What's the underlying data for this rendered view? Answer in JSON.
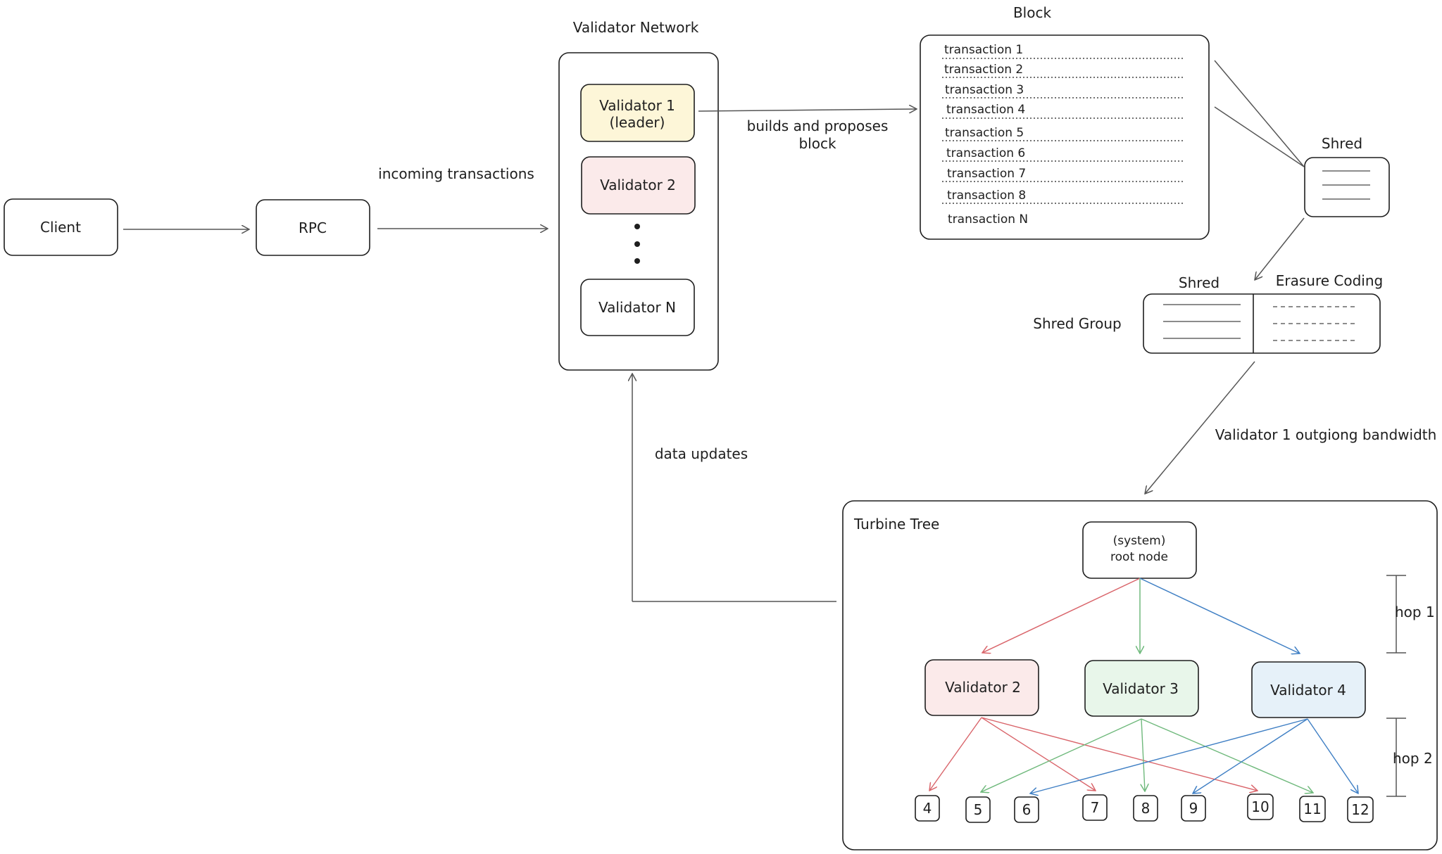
{
  "flow": {
    "client": "Client",
    "rpc": "RPC",
    "incoming": "incoming transactions",
    "builds_line1": "builds and proposes",
    "builds_line2": "block",
    "data_updates": "data updates"
  },
  "validator_network": {
    "title": "Validator Network",
    "validator1_line1": "Validator 1",
    "validator1_line2": "(leader)",
    "validator2": "Validator 2",
    "validatorN": "Validator N"
  },
  "block": {
    "title": "Block",
    "transactions": [
      "transaction 1",
      "transaction 2",
      "transaction 3",
      "transaction 4",
      "transaction 5",
      "transaction 6",
      "transaction 7",
      "transaction 8",
      "transaction N"
    ]
  },
  "shred": {
    "title": "Shred"
  },
  "shred_group": {
    "label": "Shred Group",
    "shred_header": "Shred",
    "erasure_header": "Erasure Coding"
  },
  "bandwidth": "Validator 1 outgiong bandwidth",
  "turbine": {
    "title": "Turbine Tree",
    "root_line1": "(system)",
    "root_line2": "root node",
    "validators": [
      "Validator 2",
      "Validator 3",
      "Validator 4"
    ],
    "hop1": "hop 1",
    "hop2": "hop 2",
    "leaves": [
      "4",
      "5",
      "6",
      "7",
      "8",
      "9",
      "10",
      "11",
      "12"
    ]
  },
  "colors": {
    "leader_fill": "#fdf6d8",
    "validator2_fill": "#fbeaea",
    "validator3_fill": "#e8f6ea",
    "validator4_fill": "#e6f1f9",
    "red_arrow": "#d9646a",
    "green_arrow": "#6fb97c",
    "blue_arrow": "#3f7fc4"
  }
}
